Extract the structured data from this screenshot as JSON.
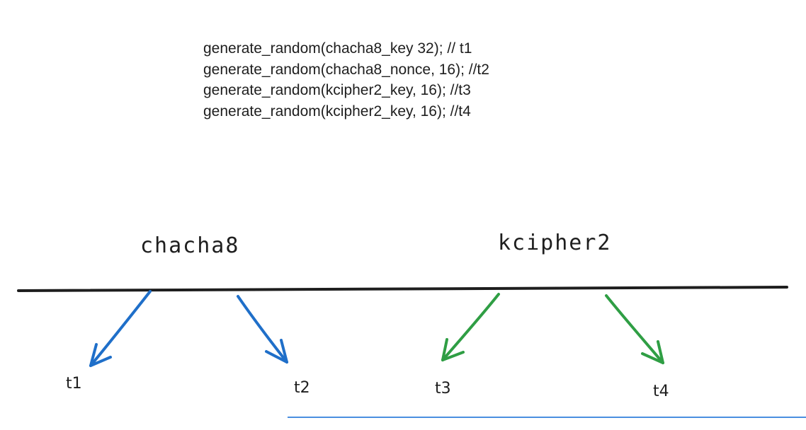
{
  "code": {
    "lines": [
      "generate_random(chacha8_key 32); // t1",
      "generate_random(chacha8_nonce, 16); //t2",
      "generate_random(kcipher2_key, 16); //t3",
      "generate_random(kcipher2_key, 16); //t4"
    ]
  },
  "diagram": {
    "groups": [
      {
        "label": "chacha8",
        "color": "#1f6fc9"
      },
      {
        "label": "kcipher2",
        "color": "#2f9e44"
      }
    ],
    "points": [
      {
        "label": "t1",
        "group": "chacha8"
      },
      {
        "label": "t2",
        "group": "chacha8"
      },
      {
        "label": "t3",
        "group": "kcipher2"
      },
      {
        "label": "t4",
        "group": "kcipher2"
      }
    ],
    "timeline_color": "#1e1e1e",
    "divider_color": "#4a8fe0"
  }
}
